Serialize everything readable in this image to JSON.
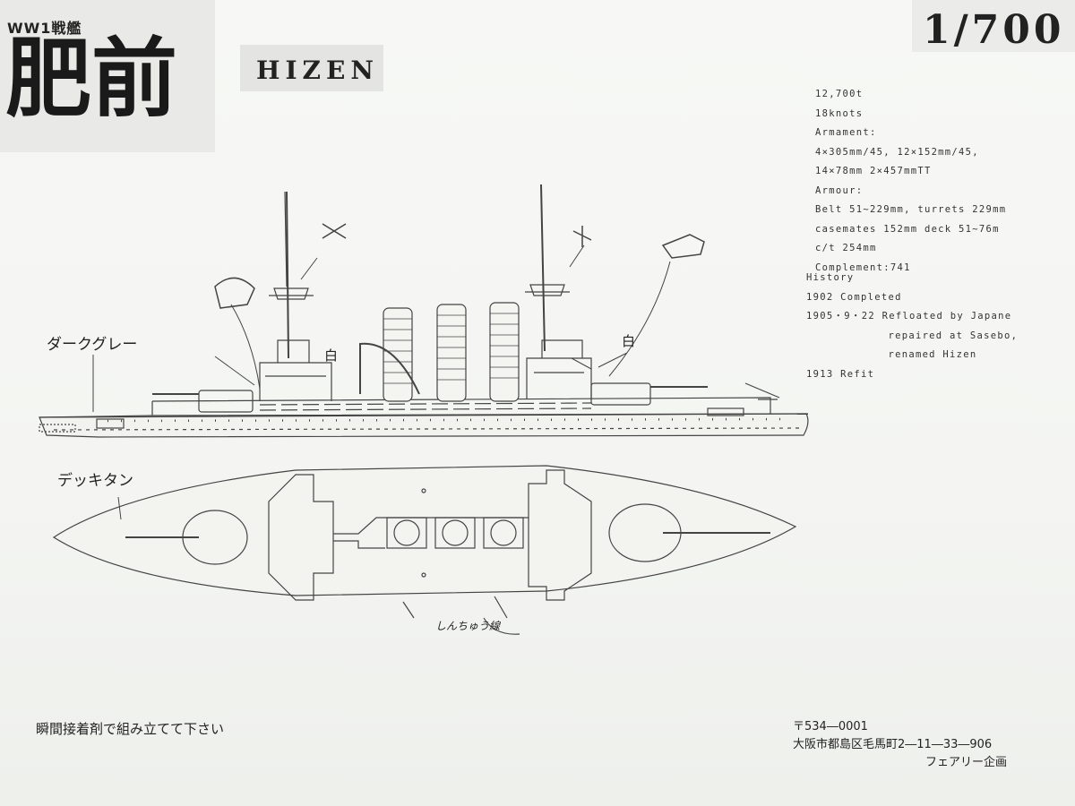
{
  "header": {
    "series": "WW1戦艦",
    "name_jp": "肥前",
    "name_en": "HIZEN",
    "scale": "1/700"
  },
  "specs": {
    "lines": [
      "12,700t",
      "18knots",
      "Armament:",
      "4×305mm/45, 12×152mm/45,",
      "14×78mm  2×457mmTT",
      "Armour:",
      "Belt 51~229mm, turrets 229mm",
      "casemates 152mm deck 51~76m",
      "c/t 254mm",
      "Complement:741"
    ]
  },
  "history": {
    "heading": "History",
    "lines": [
      "1902 Completed",
      "1905・9・22 Refloated by Japane",
      "            repaired at Sasebo,",
      "            renamed Hizen",
      "1913 Refit"
    ]
  },
  "drawing": {
    "hull_color_label": "ダークグレー",
    "deck_color_label": "デッキタン",
    "white_label_1": "白",
    "white_label_2": "白",
    "signature": "しんちゅう線"
  },
  "footer": {
    "instruction": "瞬間接着剤で組み立てて下さい",
    "postal": "〒534―0001",
    "address": "大阪市都島区毛馬町2―11―33―906",
    "maker": "フェアリー企画"
  }
}
